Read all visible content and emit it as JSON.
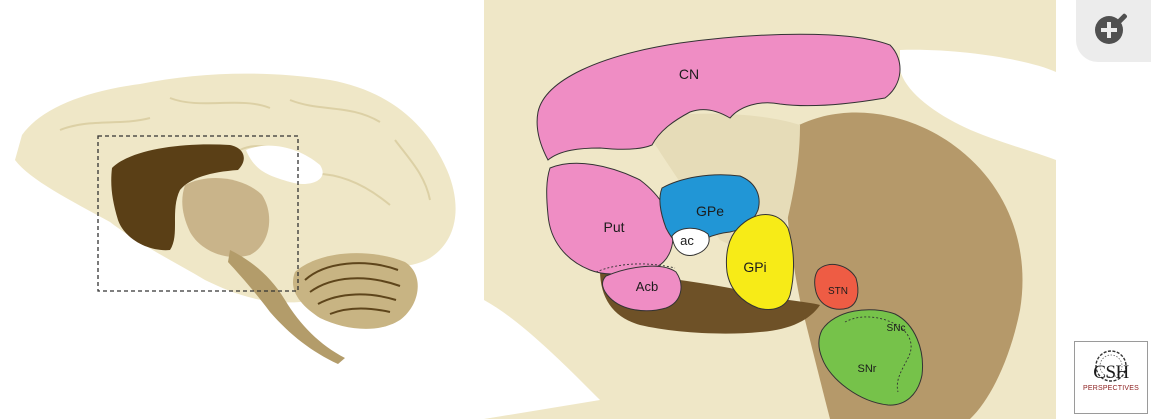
{
  "figure": {
    "labels": {
      "cn": "CN",
      "put": "Put",
      "gpe": "GPe",
      "ac": "ac",
      "gpi": "GPi",
      "acb": "Acb",
      "stn": "STN",
      "snc": "SNc",
      "snr": "SNr"
    },
    "colors": {
      "cn": "#ef8dc4",
      "put": "#ef8dc4",
      "acb": "#ef8dc4",
      "gpe": "#2196d6",
      "ac": "#ffffff",
      "gpi": "#f7eb17",
      "stn": "#ee5c44",
      "sn": "#76c24a",
      "tissue": "#efe7c7",
      "stain": "#6b4f22"
    }
  },
  "controls": {
    "zoom_icon": "zoom-in-icon"
  },
  "logo": {
    "top": "CSH",
    "bottom": "PERSPECTIVES"
  }
}
